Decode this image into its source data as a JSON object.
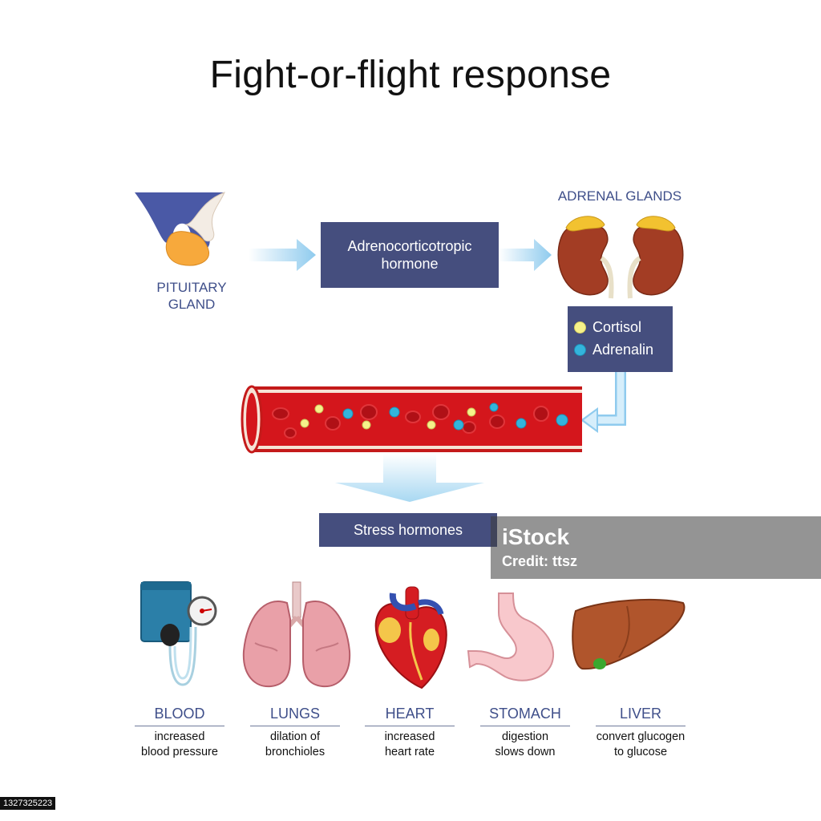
{
  "title": "Fight-or-flight response",
  "pituitary": {
    "line1": "PITUITARY",
    "line2": "GLAND"
  },
  "acth_box": {
    "line1": "Adrenocorticotropic",
    "line2": "hormone"
  },
  "adrenal_label": "ADRENAL GLANDS",
  "hormones": [
    {
      "label": "Cortisol",
      "color": "#f6f28a"
    },
    {
      "label": "Adrenalin",
      "color": "#33b4dc"
    }
  ],
  "stress_box": "Stress hormones",
  "organs": [
    {
      "name": "BLOOD",
      "desc1": "increased",
      "desc2": "blood pressure"
    },
    {
      "name": "LUNGS",
      "desc1": "dilation of",
      "desc2": "bronchioles"
    },
    {
      "name": "HEART",
      "desc1": "increased",
      "desc2": "heart rate"
    },
    {
      "name": "STOMACH",
      "desc1": "digestion",
      "desc2": "slows down"
    },
    {
      "name": "LIVER",
      "desc1": "convert glucogen",
      "desc2": "to glucose"
    }
  ],
  "watermark": {
    "logo": "iStock",
    "credit": "Credit: ttsz"
  },
  "stock_id": "1327325223",
  "colors": {
    "navy": "#454e7e",
    "label_blue": "#3f4f8a",
    "arrow_blue": "#a8d8f2",
    "vessel_red": "#d4161c"
  }
}
